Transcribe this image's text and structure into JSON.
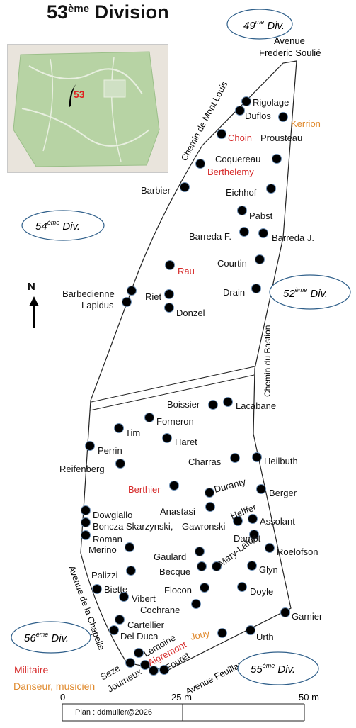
{
  "title": {
    "number": "53",
    "suffix": "ème",
    "word": "Division"
  },
  "inset": {
    "label": "53"
  },
  "neighbors": [
    {
      "id": "49",
      "num": "49",
      "sup": "me",
      "text": "Div."
    },
    {
      "id": "54",
      "num": "54",
      "sup": "ème",
      "text": "Div."
    },
    {
      "id": "52",
      "num": "52",
      "sup": "ème",
      "text": "Div."
    },
    {
      "id": "56",
      "num": "56",
      "sup": "ème",
      "text": "Div."
    },
    {
      "id": "55",
      "num": "55",
      "sup": "ème",
      "text": "Div."
    }
  ],
  "streets": {
    "frederic_1": "Avenue",
    "frederic_2": "Frederic Soulié",
    "montlouis": "Chemin de Mont Louis",
    "bastion": "Chemin du Bastion",
    "chapelle": "Avenue de la Chapelle",
    "feuillant": "Avenue Feuillant"
  },
  "north": "N",
  "colors": {
    "militaire": "#d62b2b",
    "danseur": "#e08a2e",
    "default": "#111111"
  },
  "graves": [
    {
      "name": "Rigolage",
      "cat": "default"
    },
    {
      "name": "Duflos",
      "cat": "default"
    },
    {
      "name": "Kerrion",
      "cat": "danseur"
    },
    {
      "name": "Choin",
      "cat": "militaire"
    },
    {
      "name": "Prousteau",
      "cat": "default"
    },
    {
      "name": "Coquereau",
      "cat": "default"
    },
    {
      "name": "Berthelemy",
      "cat": "militaire"
    },
    {
      "name": "Barbier",
      "cat": "default"
    },
    {
      "name": "Eichhof",
      "cat": "default"
    },
    {
      "name": "Pabst",
      "cat": "default"
    },
    {
      "name": "Barreda F.",
      "cat": "default"
    },
    {
      "name": "Barreda J.",
      "cat": "default"
    },
    {
      "name": "Courtin",
      "cat": "default"
    },
    {
      "name": "Rau",
      "cat": "militaire"
    },
    {
      "name": "Drain",
      "cat": "default"
    },
    {
      "name": "Barbedienne",
      "cat": "default"
    },
    {
      "name": "Riet",
      "cat": "default"
    },
    {
      "name": "Lapidus",
      "cat": "default"
    },
    {
      "name": "Donzel",
      "cat": "default"
    },
    {
      "name": "Boissier",
      "cat": "default"
    },
    {
      "name": "Lacabane",
      "cat": "default"
    },
    {
      "name": "Forneron",
      "cat": "default"
    },
    {
      "name": "Tim",
      "cat": "default"
    },
    {
      "name": "Haret",
      "cat": "default"
    },
    {
      "name": "Perrin",
      "cat": "default"
    },
    {
      "name": "Charras",
      "cat": "default"
    },
    {
      "name": "Heilbuth",
      "cat": "default"
    },
    {
      "name": "Reifenberg",
      "cat": "default"
    },
    {
      "name": "Berthier",
      "cat": "militaire"
    },
    {
      "name": "Duranty",
      "cat": "default"
    },
    {
      "name": "Berger",
      "cat": "default"
    },
    {
      "name": "Dowgiallo",
      "cat": "default"
    },
    {
      "name": "Anastasi",
      "cat": "default"
    },
    {
      "name": "Helffer",
      "cat": "default"
    },
    {
      "name": "Boncza Skarzynski,",
      "cat": "default"
    },
    {
      "name": "Gawronski",
      "cat": "default"
    },
    {
      "name": "Assolant",
      "cat": "default"
    },
    {
      "name": "Roman",
      "cat": "default"
    },
    {
      "name": "Dampt",
      "cat": "default"
    },
    {
      "name": "Merino",
      "cat": "default"
    },
    {
      "name": "Mary-Lafon",
      "cat": "default"
    },
    {
      "name": "Roelofson",
      "cat": "default"
    },
    {
      "name": "Gaulard",
      "cat": "default"
    },
    {
      "name": "Becque",
      "cat": "default"
    },
    {
      "name": "Glyn",
      "cat": "default"
    },
    {
      "name": "Palizzi",
      "cat": "default"
    },
    {
      "name": "Biette",
      "cat": "default"
    },
    {
      "name": "Flocon",
      "cat": "default"
    },
    {
      "name": "Doyle",
      "cat": "default"
    },
    {
      "name": "Vibert",
      "cat": "default"
    },
    {
      "name": "Cochrane",
      "cat": "default"
    },
    {
      "name": "Garnier",
      "cat": "default"
    },
    {
      "name": "Cartellier",
      "cat": "default"
    },
    {
      "name": "Del Duca",
      "cat": "default"
    },
    {
      "name": "Jouy",
      "cat": "danseur"
    },
    {
      "name": "Urth",
      "cat": "default"
    },
    {
      "name": "Lemoine",
      "cat": "default"
    },
    {
      "name": "Aigremont",
      "cat": "militaire"
    },
    {
      "name": "Seze",
      "cat": "default"
    },
    {
      "name": "Fouret",
      "cat": "default"
    },
    {
      "name": "Journeux",
      "cat": "default"
    }
  ],
  "legend": {
    "militaire": "Militaire",
    "danseur": "Danseur, musicien"
  },
  "scale": {
    "ticks": [
      "0",
      "25 m",
      "50 m"
    ]
  },
  "credit": "Plan : ddmuller@2026"
}
